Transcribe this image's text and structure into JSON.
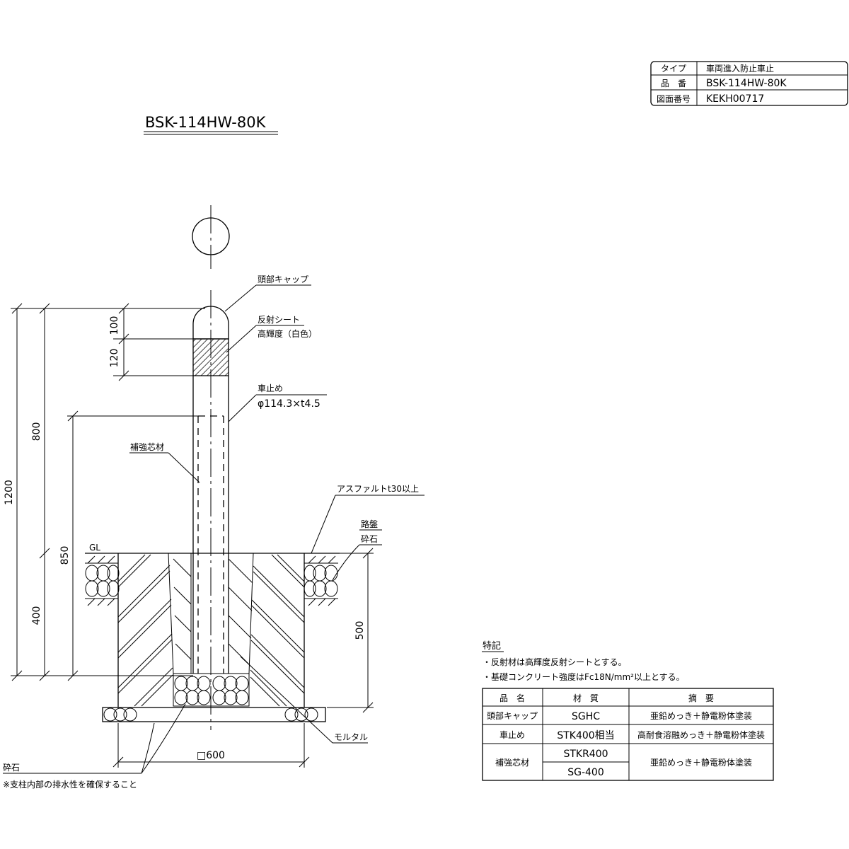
{
  "title_block": {
    "rows": [
      {
        "label": "タイプ",
        "value": "車両進入防止車止"
      },
      {
        "label": "品　番",
        "value": "BSK-114HW-80K"
      },
      {
        "label": "図面番号",
        "value": "KEKH00717"
      }
    ]
  },
  "drawing_title": "BSK-114HW-80K",
  "callouts": {
    "head_cap": "頭部キャップ",
    "reflective_sheet": "反射シート",
    "reflective_grade": "高輝度（白色）",
    "post": "車止め",
    "post_dim": "φ114.3×t4.5",
    "core": "補強芯材",
    "asphalt": "アスファルトt30以上",
    "roadbed1": "路盤",
    "roadbed2": "砕石",
    "mortar": "モルタル",
    "gravel": "砕石",
    "drain_note": "※支柱内部の排水性を確保すること",
    "gl": "GL"
  },
  "dimensions": {
    "total_height": "1200",
    "above_ground": "800",
    "post_to_core": "850",
    "below_ground": "400",
    "cap": "100",
    "sheet": "120",
    "foundation_depth": "500",
    "foundation_width": "□600"
  },
  "notes": {
    "heading": "特記",
    "items": [
      "・反射材は高輝度反射シートとする。",
      "・基礎コンクリート強度はFc18N/mm²以上とする。"
    ]
  },
  "spec_table": {
    "headers": [
      "品　名",
      "材　質",
      "摘　要"
    ],
    "rows": [
      {
        "name": "頭部キャップ",
        "materials": [
          "SGHC"
        ],
        "remark": "亜鉛めっき＋静電粉体塗装"
      },
      {
        "name": "車止め",
        "materials": [
          "STK400相当"
        ],
        "remark": "高耐食溶融めっき＋静電粉体塗装"
      },
      {
        "name": "補強芯材",
        "materials": [
          "STKR400",
          "SG-400"
        ],
        "remark": "亜鉛めっき＋静電粉体塗装"
      }
    ]
  }
}
